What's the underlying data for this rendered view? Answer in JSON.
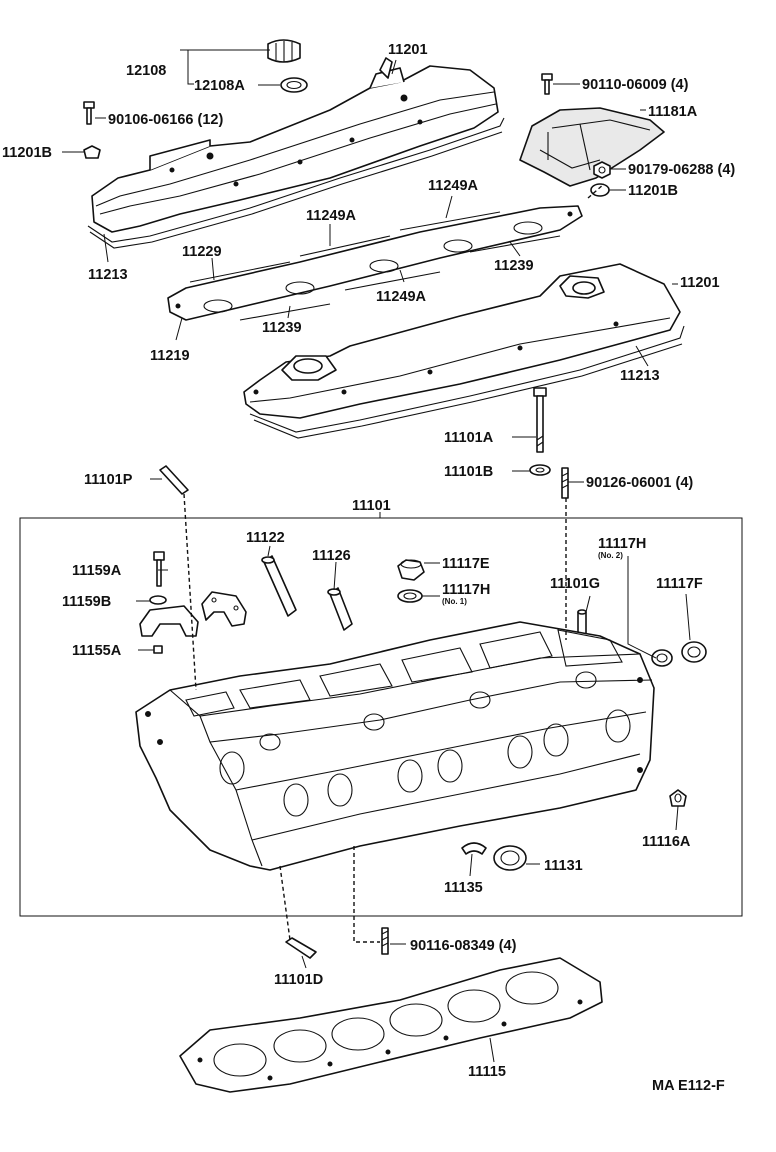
{
  "diagram_code": "MA E112-F",
  "labels": {
    "p12108": "12108",
    "p12108A": "12108A",
    "p11201_top": "11201",
    "p90110": "90110-06009 (4)",
    "p11181A": "11181A",
    "p90106": "90106-06166 (12)",
    "p11201B_left": "11201B",
    "p90179": "90179-06288 (4)",
    "p11201B_right": "11201B",
    "p11249A_top": "11249A",
    "p11249A_mid": "11249A",
    "p11229": "11229",
    "p11239_right": "11239",
    "p11213_left": "11213",
    "p11249A_low": "11249A",
    "p11201_right": "11201",
    "p11239_left": "11239",
    "p11219": "11219",
    "p11213_right": "11213",
    "p11101A": "11101A",
    "p11101B": "11101B",
    "p90126": "90126-06001 (4)",
    "p11101P": "11101P",
    "p11101": "11101",
    "p11122": "11122",
    "p11126": "11126",
    "p11117E": "11117E",
    "p11117H_no2": "11117H",
    "no2_note": "(No. 2)",
    "p11159A": "11159A",
    "p11117H_no1": "11117H",
    "no1_note": "(No. 1)",
    "p11101G": "11101G",
    "p11117F": "11117F",
    "p11159B": "11159B",
    "p11155A": "11155A",
    "p11116A": "11116A",
    "p11131": "11131",
    "p11135": "11135",
    "p90116": "90116-08349 (4)",
    "p11101D": "11101D",
    "p11115": "11115"
  }
}
